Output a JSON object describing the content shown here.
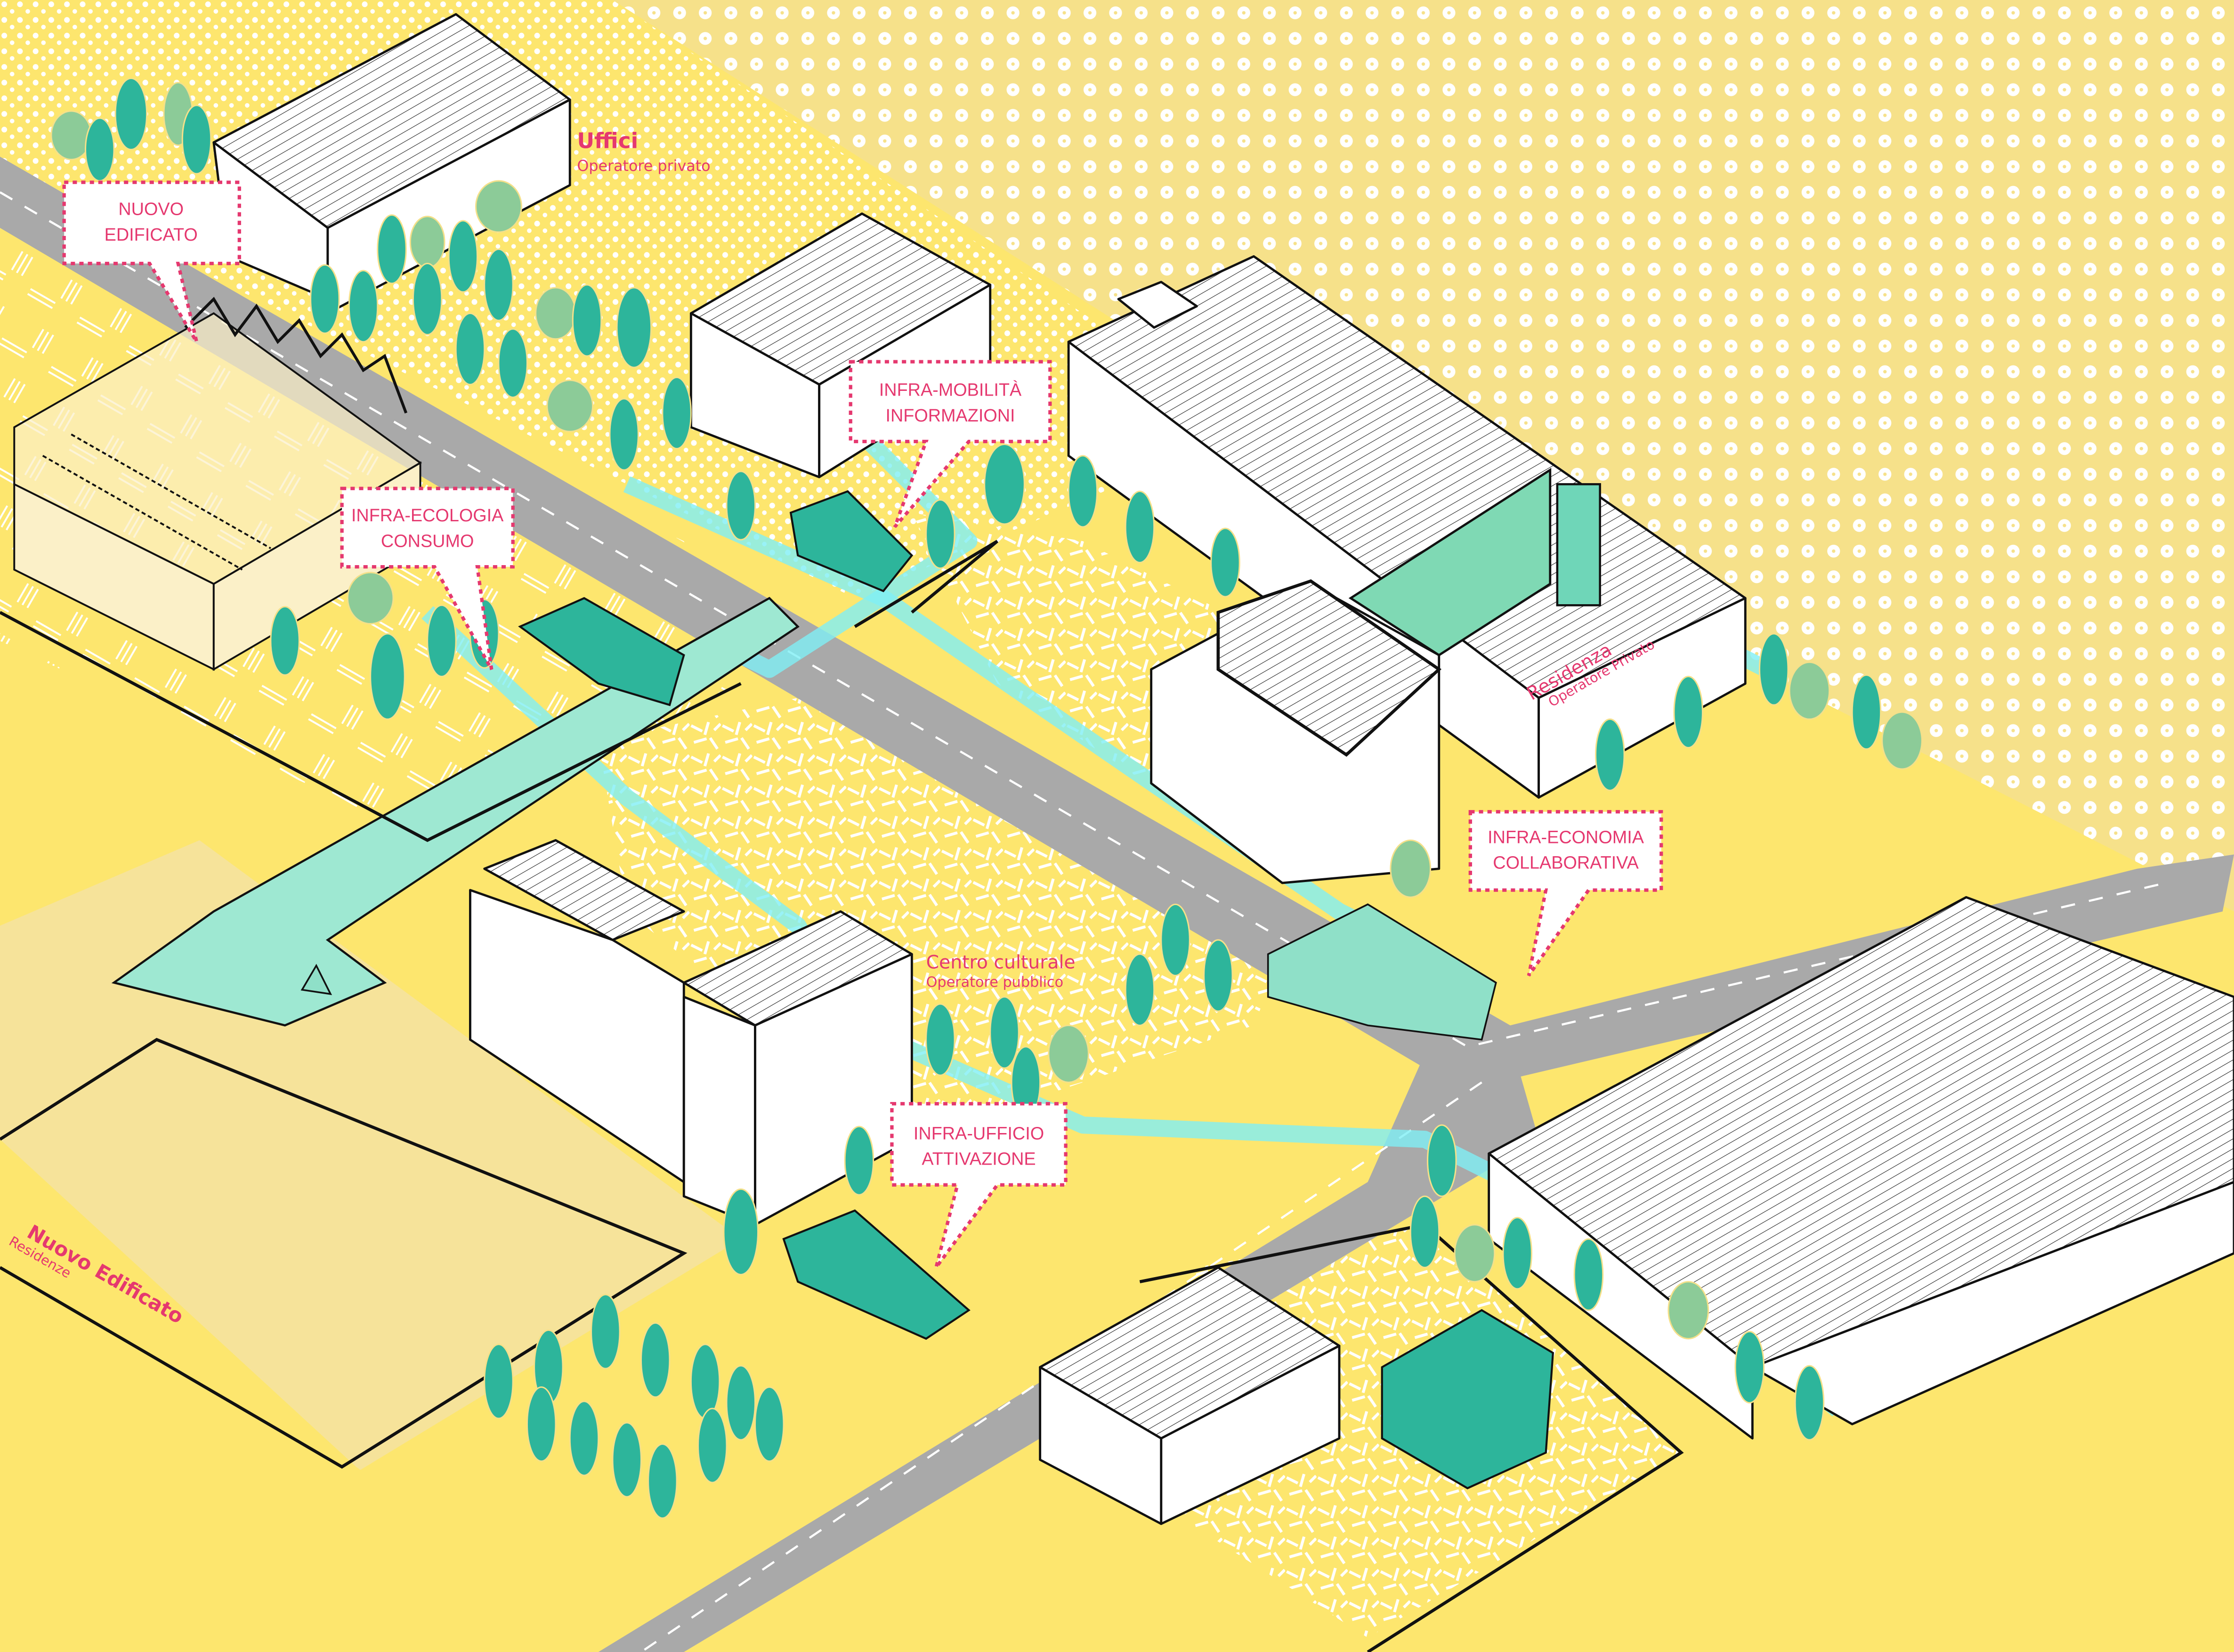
{
  "title": "Axonometric masterplan diagram",
  "colors": {
    "background": "#FDE66E",
    "accent": "#E5386F",
    "infrastructure_path": "#7FEFF5",
    "green_module": "#2DB59B",
    "road": "#A9A9A9"
  },
  "labels": {
    "uffici": {
      "title": "Uffici",
      "subtitle": "Operatore privato"
    },
    "residenza": {
      "title": "Residenza",
      "subtitle": "Operatore Privato"
    },
    "centro": {
      "title": "Centro culturale",
      "subtitle": "Operatore pubblico"
    },
    "nuovo": {
      "title": "Nuovo Edificato",
      "subtitle": "Residenze"
    }
  },
  "callouts": [
    {
      "line1": "NUOVO",
      "line2": "EDIFICATO"
    },
    {
      "line1": "INFRA-MOBILITÀ",
      "line2": "INFORMAZIONI"
    },
    {
      "line1": "INFRA-ECOLOGIA",
      "line2": "CONSUMO"
    },
    {
      "line1": "INFRA-ECONOMIA",
      "line2": "COLLABORATIVA"
    },
    {
      "line1": "INFRA-UFFICIO",
      "line2": "ATTIVAZIONE"
    }
  ]
}
